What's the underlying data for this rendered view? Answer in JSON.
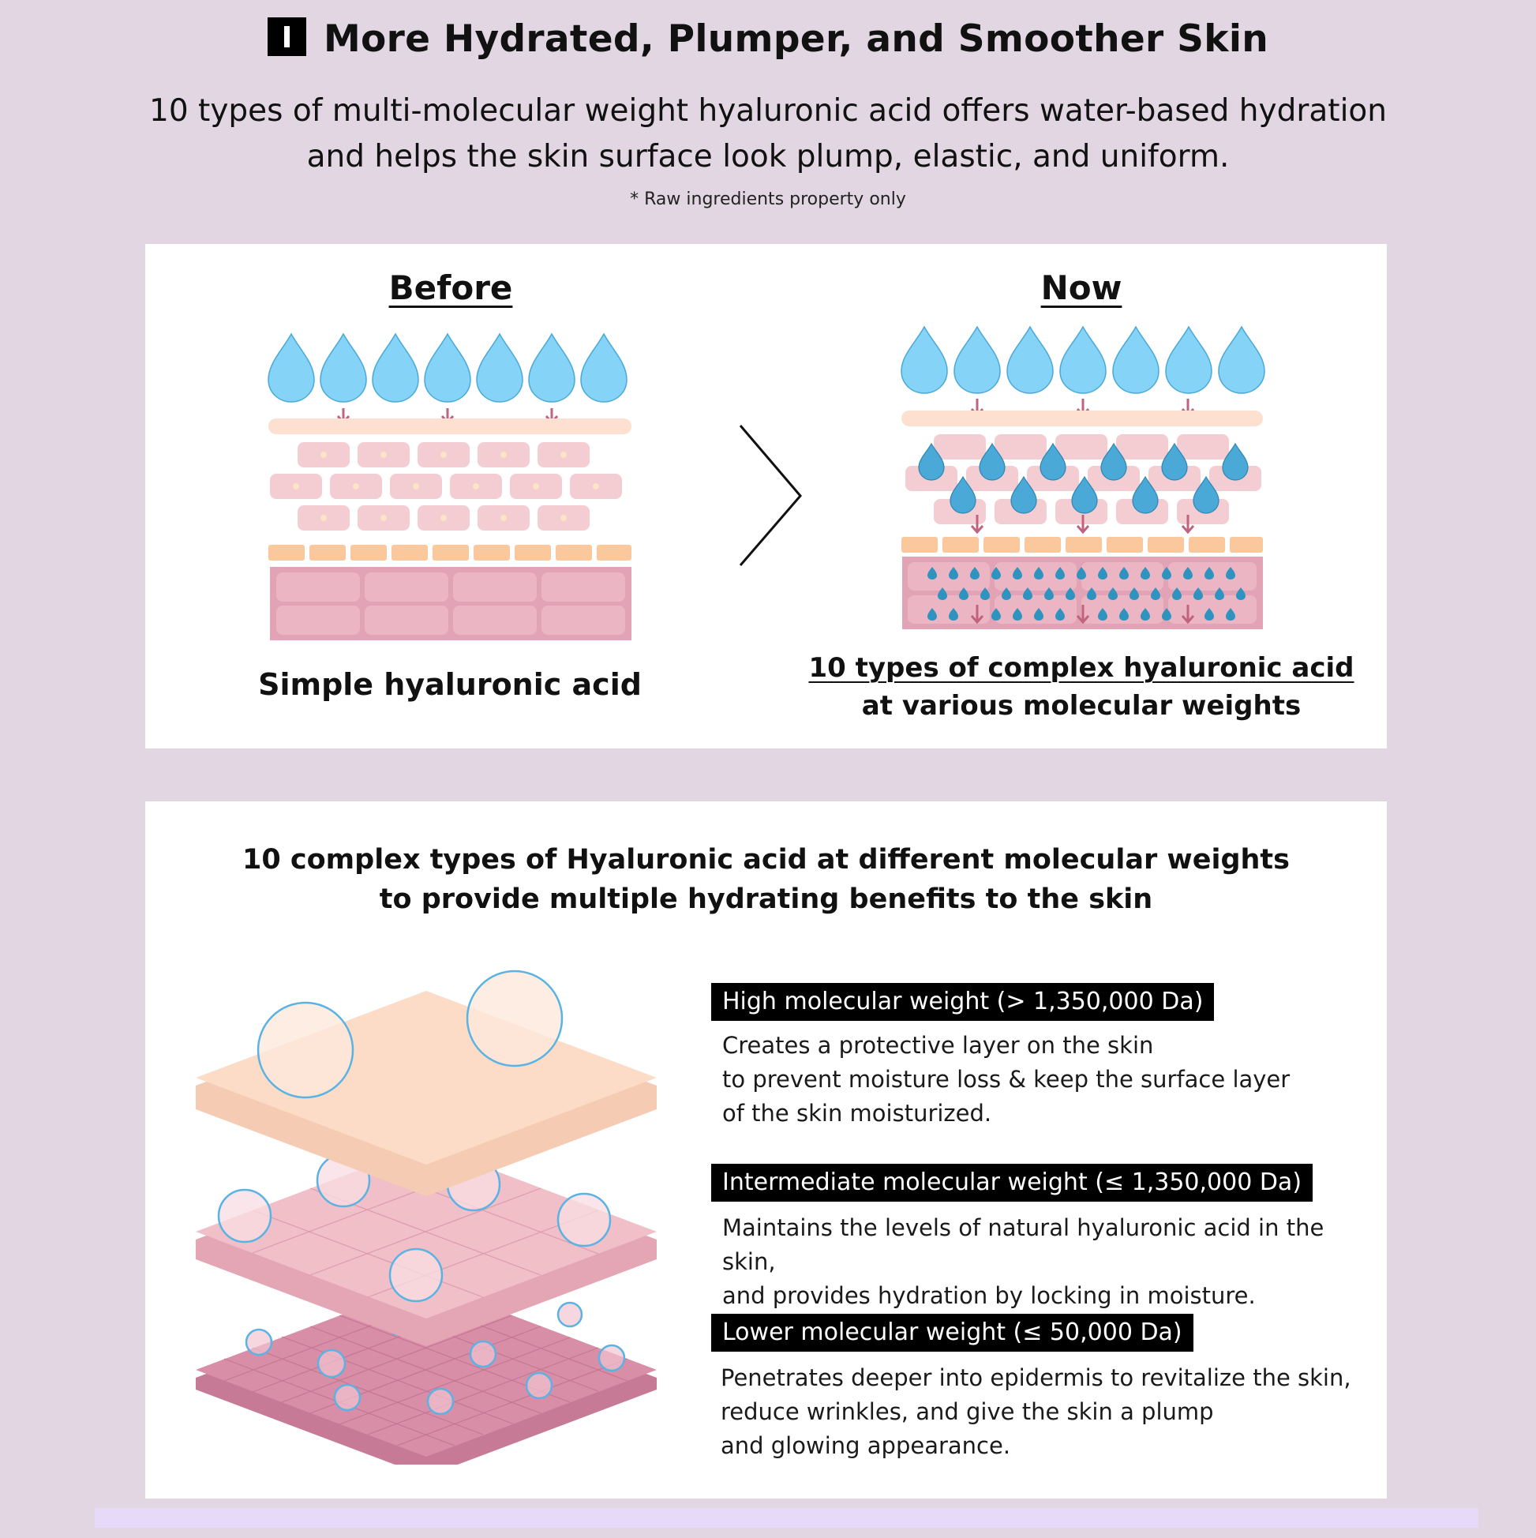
{
  "header": {
    "badge": "I",
    "title": "More Hydrated, Plumper, and Smoother Skin",
    "subtitle_line1": "10 types of multi-molecular weight hyaluronic acid offers water-based hydration",
    "subtitle_line2": "and helps the skin surface look plump, elastic, and uniform.",
    "footnote": "* Raw ingredients property only"
  },
  "comparison": {
    "before": {
      "title": "Before",
      "caption": "Simple hyaluronic acid",
      "illustration": "water-drops-on-skin-layers"
    },
    "arrow_icon": "chevron-right-icon",
    "now": {
      "title": "Now",
      "caption_line1": "10 types of complex hyaluronic acid",
      "caption_line2": "at various molecular weights",
      "illustration": "water-drops-penetrating-skin-layers"
    }
  },
  "weights_section": {
    "title_line1": "10 complex types of Hyaluronic acid at different molecular weights",
    "title_line2": "to provide multiple hydrating benefits to the skin",
    "illustration": "three-stacked-skin-layers-with-bubbles",
    "items": [
      {
        "label": "High molecular weight (> 1,350,000 Da)",
        "lines": [
          "Creates a protective layer on the skin",
          "to prevent moisture loss & keep the surface layer",
          "of the skin moisturized."
        ]
      },
      {
        "label": "Intermediate molecular weight (≤ 1,350,000 Da)",
        "lines": [
          "Maintains the levels of natural hyaluronic acid in the skin,",
          "and provides hydration by locking in moisture."
        ]
      },
      {
        "label": "Lower molecular weight (≤ 50,000 Da)",
        "lines": [
          "Penetrates deeper into epidermis to revitalize the skin,",
          "reduce wrinkles, and give the skin a plump",
          "and glowing appearance."
        ]
      }
    ]
  },
  "colors": {
    "background": "#e1d6e1",
    "panel": "#ffffff",
    "drop": "#86d3f8",
    "drop_dark": "#4aa9d6",
    "skin_top": "#fde0cf",
    "cell": "#f4cdd3",
    "basal": "#fbc79c",
    "dermis": "#e3a3b6",
    "arrow": "#c0637f",
    "bottom_strip": "#e7d9f8"
  }
}
